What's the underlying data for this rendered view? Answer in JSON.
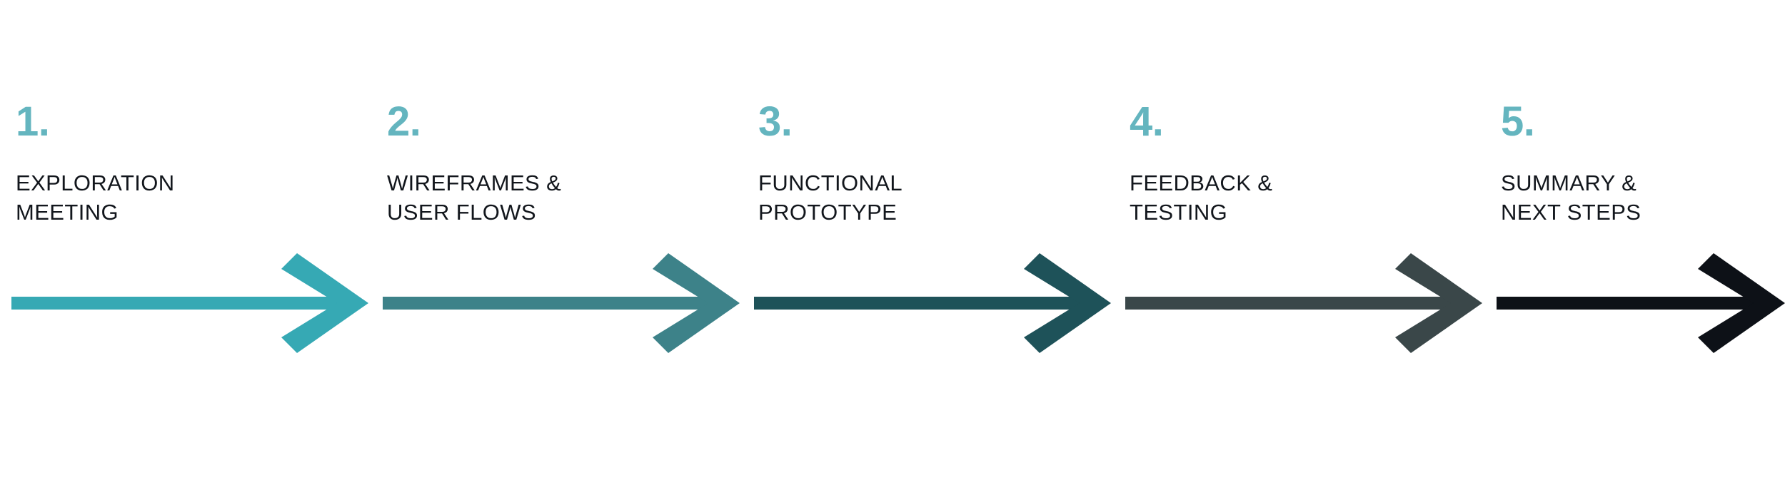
{
  "diagram": {
    "type": "process-timeline",
    "orientation": "horizontal",
    "background_color": "#ffffff",
    "number_color": "#64b5bf",
    "label_color": "#12161c",
    "step_count": 5
  },
  "steps": [
    {
      "number": "1.",
      "label_line1": "EXPLORATION",
      "label_line2": "MEETING",
      "arrow_color": "#36a9b4",
      "arrow_name": "arrow-step-1"
    },
    {
      "number": "2.",
      "label_line1": "WIREFRAMES &",
      "label_line2": "USER FLOWS",
      "arrow_color": "#3d8289",
      "arrow_name": "arrow-step-2"
    },
    {
      "number": "3.",
      "label_line1": "FUNCTIONAL",
      "label_line2": "PROTOTYPE",
      "arrow_color": "#1e5259",
      "arrow_name": "arrow-step-3"
    },
    {
      "number": "4.",
      "label_line1": "FEEDBACK &",
      "label_line2": "TESTING",
      "arrow_color": "#3a4749",
      "arrow_name": "arrow-step-4"
    },
    {
      "number": "5.",
      "label_line1": "SUMMARY &",
      "label_line2": "NEXT STEPS",
      "arrow_color": "#0d1117",
      "arrow_name": "arrow-step-5"
    }
  ]
}
